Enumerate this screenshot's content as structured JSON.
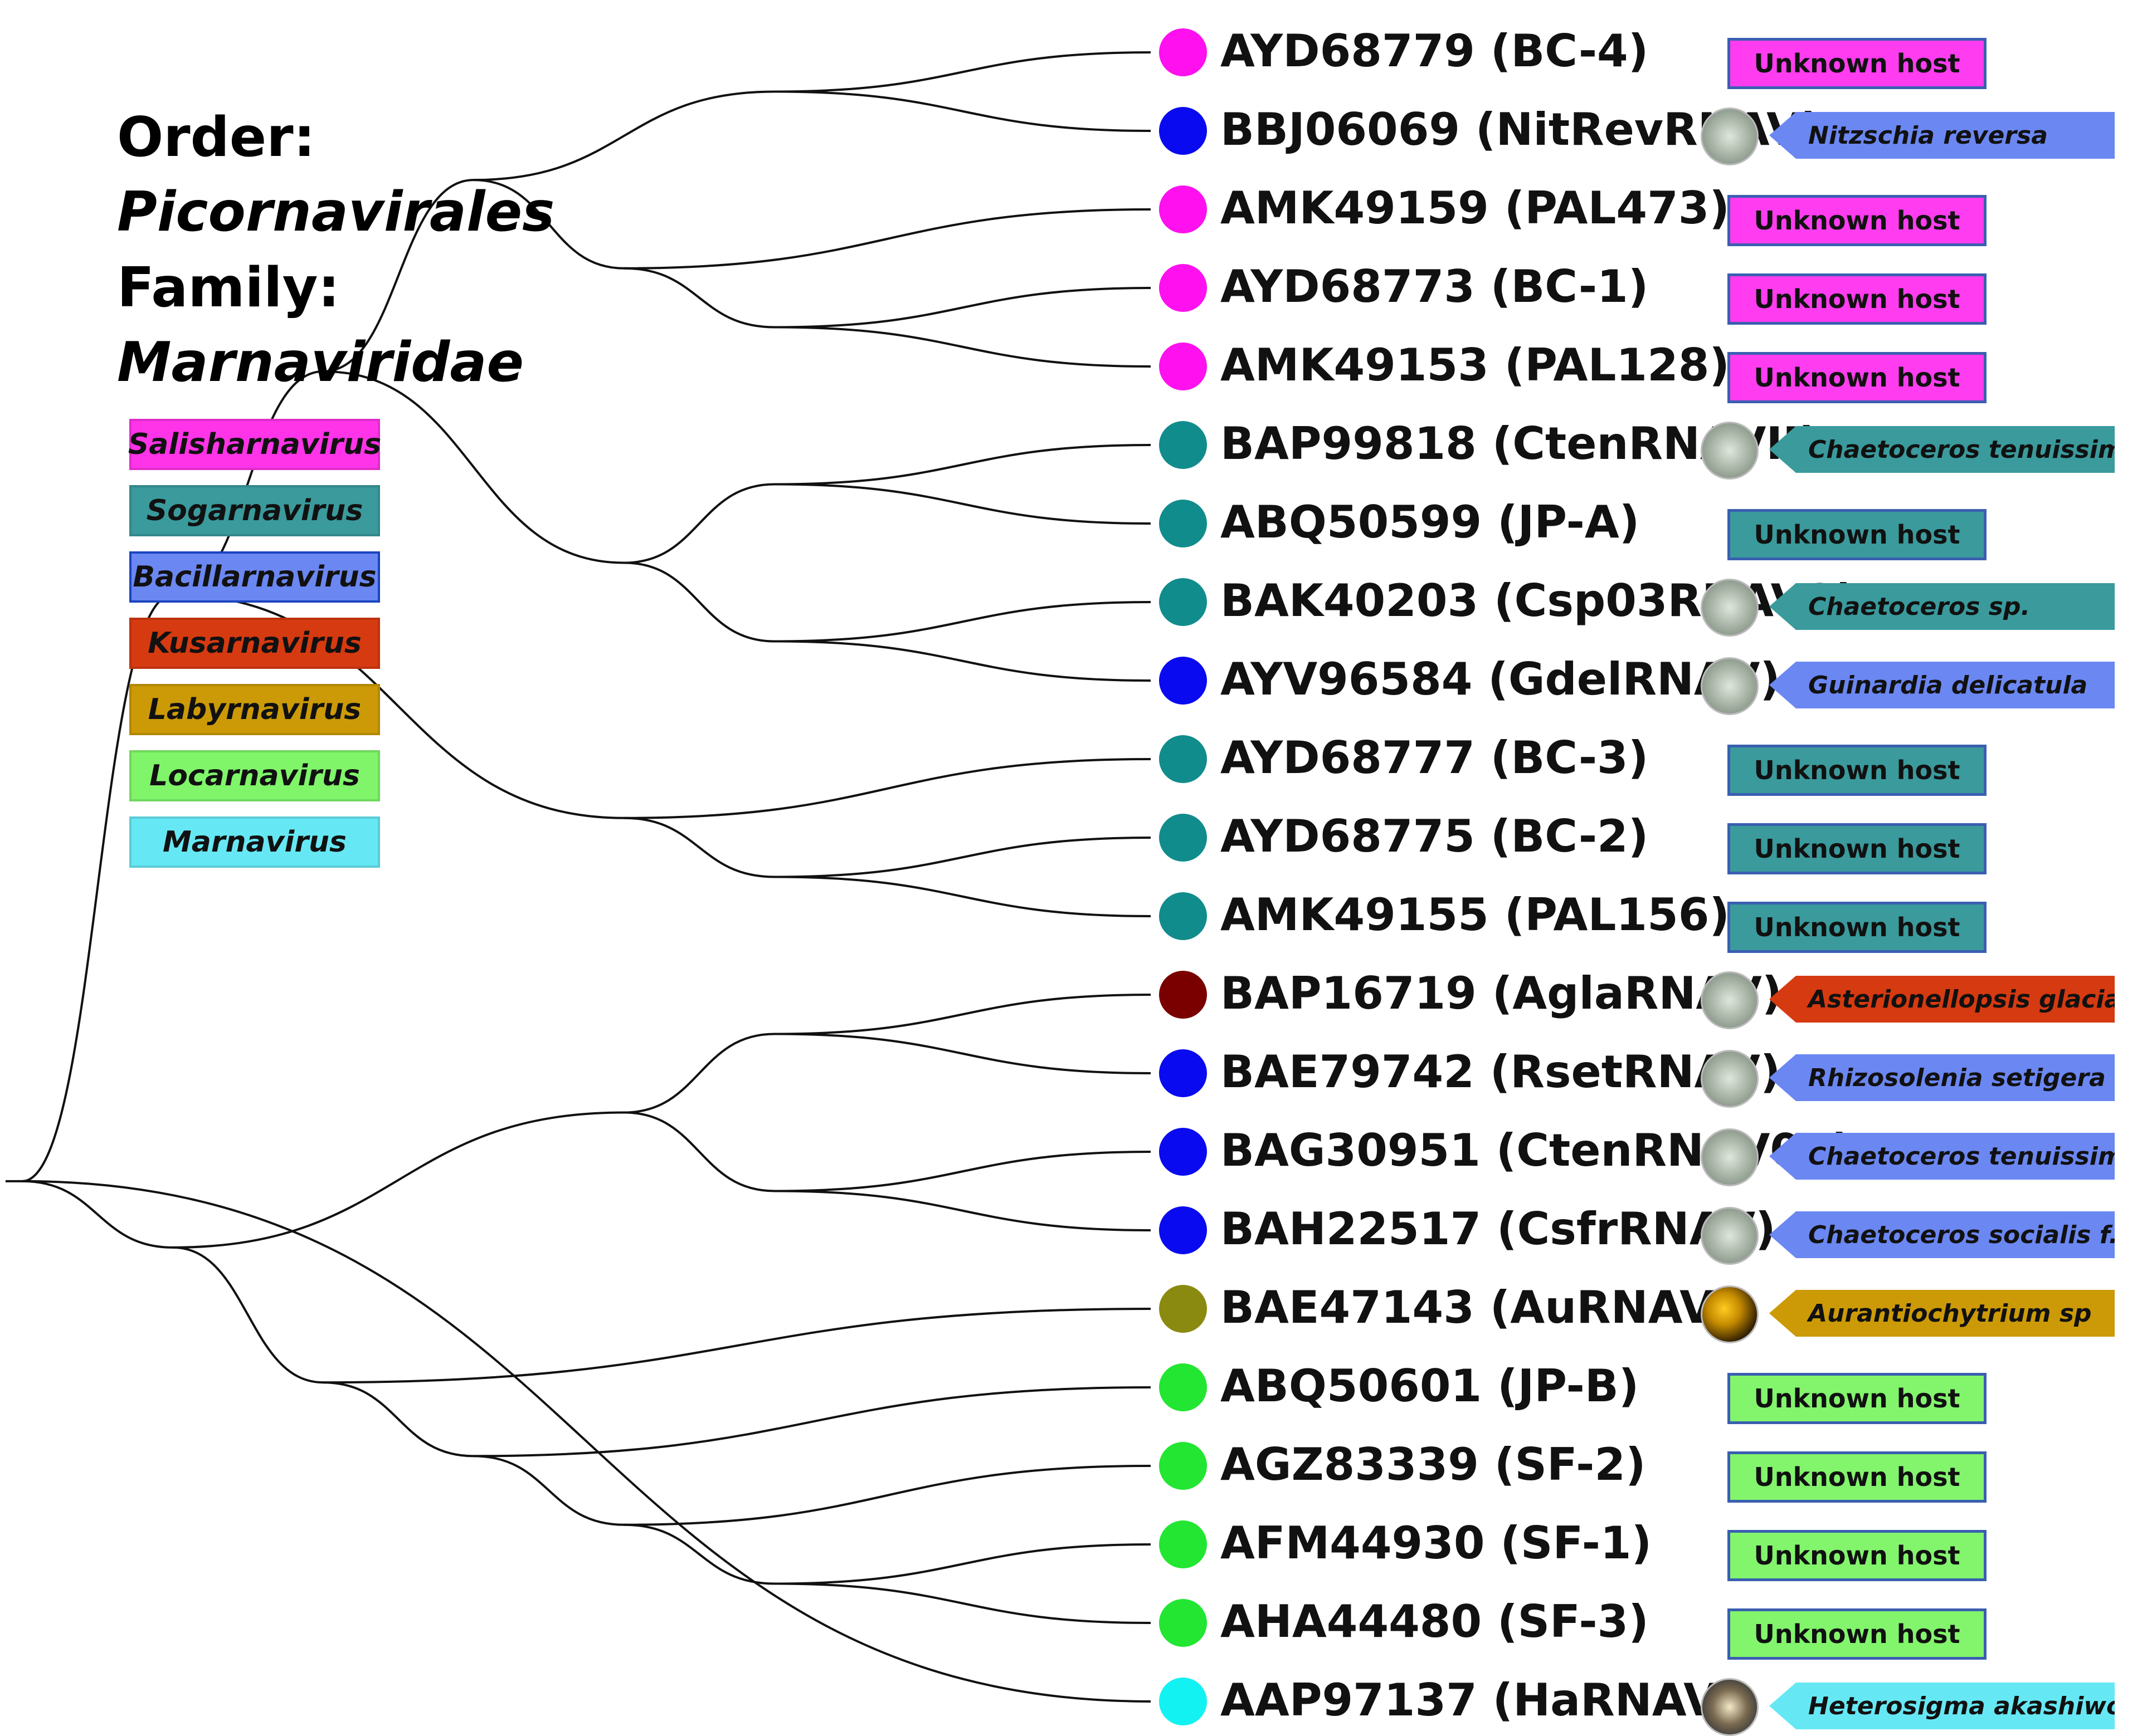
{
  "header": {
    "order_label": "Order:",
    "order_name": "Picornavirales",
    "family_label": "Family:",
    "family_name": "Marnaviridae"
  },
  "legend": [
    {
      "name": "Salisharnavirus",
      "color": "#ff33e8"
    },
    {
      "name": "Sogarnavirus",
      "color": "#3a9a9c"
    },
    {
      "name": "Bacillarnavirus",
      "color": "#6b87f2"
    },
    {
      "name": "Kusarnavirus",
      "color": "#d63a10"
    },
    {
      "name": "Labyrnavirus",
      "color": "#cc9a06"
    },
    {
      "name": "Locarnavirus",
      "color": "#80f56a"
    },
    {
      "name": "Marnavirus",
      "color": "#66e8f4"
    }
  ],
  "colors": {
    "dot_magenta": "#ff10ee",
    "dot_blue": "#0a0af0",
    "dot_teal": "#118c8c",
    "dot_darkred": "#7a0000",
    "dot_olive": "#8a8a10",
    "dot_green": "#22e632",
    "dot_cyan": "#12f2f2",
    "host_pink": "#ff3cf0",
    "host_teal": "#3a9a9c",
    "host_green": "#82f56c",
    "tag_blue": "#6b87f2",
    "tag_teal": "#3a9a9c",
    "tag_red": "#d63a10",
    "tag_gold": "#cc9a06",
    "tag_cyan": "#66e8f4"
  },
  "tips": [
    {
      "label": "AYD68779 (BC-4)",
      "dot": "dot_magenta",
      "host": {
        "kind": "box",
        "text": "Unknown host",
        "color": "host_pink"
      }
    },
    {
      "label": "BBJ06069 (NitRevRNAV)",
      "dot": "dot_blue",
      "host": {
        "kind": "tag",
        "text": "Nitzschia reversa",
        "color": "tag_blue",
        "img_icon": "diatom-micrograph-icon"
      }
    },
    {
      "label": "AMK49159 (PAL473)",
      "dot": "dot_magenta",
      "host": {
        "kind": "box",
        "text": "Unknown host",
        "color": "host_pink"
      }
    },
    {
      "label": "AYD68773 (BC-1)",
      "dot": "dot_magenta",
      "host": {
        "kind": "box",
        "text": "Unknown host",
        "color": "host_pink"
      }
    },
    {
      "label": "AMK49153 (PAL128)",
      "dot": "dot_magenta",
      "host": {
        "kind": "box",
        "text": "Unknown host",
        "color": "host_pink"
      }
    },
    {
      "label": "BAP99818 (CtenRNAVII)",
      "dot": "dot_teal",
      "host": {
        "kind": "tag",
        "text": "Chaetoceros tenuissimus",
        "color": "tag_teal",
        "img_icon": "diatom-micrograph-icon"
      }
    },
    {
      "label": "ABQ50599 (JP-A)",
      "dot": "dot_teal",
      "host": {
        "kind": "box",
        "text": "Unknown host",
        "color": "host_teal"
      }
    },
    {
      "label": "BAK40203 (Csp03RNAV2)",
      "dot": "dot_teal",
      "host": {
        "kind": "tag",
        "text": "Chaetoceros sp.",
        "color": "tag_teal",
        "img_icon": "diatom-micrograph-icon"
      }
    },
    {
      "label": "AYV96584 (GdelRNAV)",
      "dot": "dot_blue",
      "host": {
        "kind": "tag",
        "text": "Guinardia delicatula",
        "color": "tag_blue",
        "img_icon": "diatom-micrograph-icon"
      }
    },
    {
      "label": "AYD68777 (BC-3)",
      "dot": "dot_teal",
      "host": {
        "kind": "box",
        "text": "Unknown host",
        "color": "host_teal"
      }
    },
    {
      "label": "AYD68775 (BC-2)",
      "dot": "dot_teal",
      "host": {
        "kind": "box",
        "text": "Unknown host",
        "color": "host_teal"
      }
    },
    {
      "label": "AMK49155 (PAL156)",
      "dot": "dot_teal",
      "host": {
        "kind": "box",
        "text": "Unknown host",
        "color": "host_teal"
      }
    },
    {
      "label": "BAP16719 (AglaRNAV)",
      "dot": "dot_darkred",
      "host": {
        "kind": "tag",
        "text": "Asterionellopsis glacialis",
        "color": "tag_red",
        "img_icon": "diatom-micrograph-icon"
      }
    },
    {
      "label": "BAE79742 (RsetRNAV)",
      "dot": "dot_blue",
      "host": {
        "kind": "tag",
        "text": "Rhizosolenia setigera",
        "color": "tag_blue",
        "img_icon": "diatom-micrograph-icon"
      }
    },
    {
      "label": "BAG30951 (CtenRNAV01)",
      "dot": "dot_blue",
      "host": {
        "kind": "tag",
        "text": "Chaetoceros tenuissimus",
        "color": "tag_blue",
        "img_icon": "diatom-micrograph-icon"
      }
    },
    {
      "label": "BAH22517 (CsfrRNAV)",
      "dot": "dot_blue",
      "host": {
        "kind": "tag",
        "text": "Chaetoceros socialis f.",
        "color": "tag_blue",
        "img_icon": "diatom-micrograph-icon"
      }
    },
    {
      "label": "BAE47143 (AuRNAV)",
      "dot": "dot_olive",
      "host": {
        "kind": "tag",
        "text": "Aurantiochytrium sp",
        "color": "tag_gold",
        "img_icon": "protist-micrograph-icon"
      }
    },
    {
      "label": "ABQ50601 (JP-B)",
      "dot": "dot_green",
      "host": {
        "kind": "box",
        "text": "Unknown host",
        "color": "host_green"
      }
    },
    {
      "label": "AGZ83339 (SF-2)",
      "dot": "dot_green",
      "host": {
        "kind": "box",
        "text": "Unknown host",
        "color": "host_green"
      }
    },
    {
      "label": "AFM44930 (SF-1)",
      "dot": "dot_green",
      "host": {
        "kind": "box",
        "text": "Unknown host",
        "color": "host_green"
      }
    },
    {
      "label": "AHA44480 (SF-3)",
      "dot": "dot_green",
      "host": {
        "kind": "box",
        "text": "Unknown host",
        "color": "host_green"
      }
    },
    {
      "label": "AAP97137 (HaRNAV)",
      "dot": "dot_cyan",
      "host": {
        "kind": "tag",
        "text": "Heterosigma akashiwo",
        "color": "tag_cyan",
        "img_icon": "alga-micrograph-icon"
      }
    }
  ],
  "tree": {
    "children": [
      {
        "children": [
          {
            "children": [
              {
                "children": [
                  {
                    "children": [
                      {
                        "tip": 0
                      },
                      {
                        "tip": 1
                      }
                    ]
                  },
                  {
                    "children": [
                      {
                        "tip": 2
                      },
                      {
                        "children": [
                          {
                            "tip": 3
                          },
                          {
                            "tip": 4
                          }
                        ]
                      }
                    ]
                  }
                ]
              },
              {
                "children": [
                  {
                    "children": [
                      {
                        "tip": 5
                      },
                      {
                        "tip": 6
                      }
                    ]
                  },
                  {
                    "children": [
                      {
                        "tip": 7
                      },
                      {
                        "tip": 8
                      }
                    ]
                  }
                ]
              }
            ]
          },
          {
            "children": [
              {
                "tip": 9
              },
              {
                "children": [
                  {
                    "tip": 10
                  },
                  {
                    "tip": 11
                  }
                ]
              }
            ]
          }
        ]
      },
      {
        "children": [
          {
            "children": [
              {
                "children": [
                  {
                    "tip": 12
                  },
                  {
                    "tip": 13
                  }
                ]
              },
              {
                "children": [
                  {
                    "tip": 14
                  },
                  {
                    "tip": 15
                  }
                ]
              }
            ]
          },
          {
            "children": [
              {
                "tip": 16
              },
              {
                "children": [
                  {
                    "tip": 17
                  },
                  {
                    "children": [
                      {
                        "tip": 18
                      },
                      {
                        "children": [
                          {
                            "tip": 19
                          },
                          {
                            "tip": 20
                          }
                        ]
                      }
                    ]
                  }
                ]
              }
            ]
          }
        ]
      },
      {
        "tip": 21
      }
    ]
  }
}
